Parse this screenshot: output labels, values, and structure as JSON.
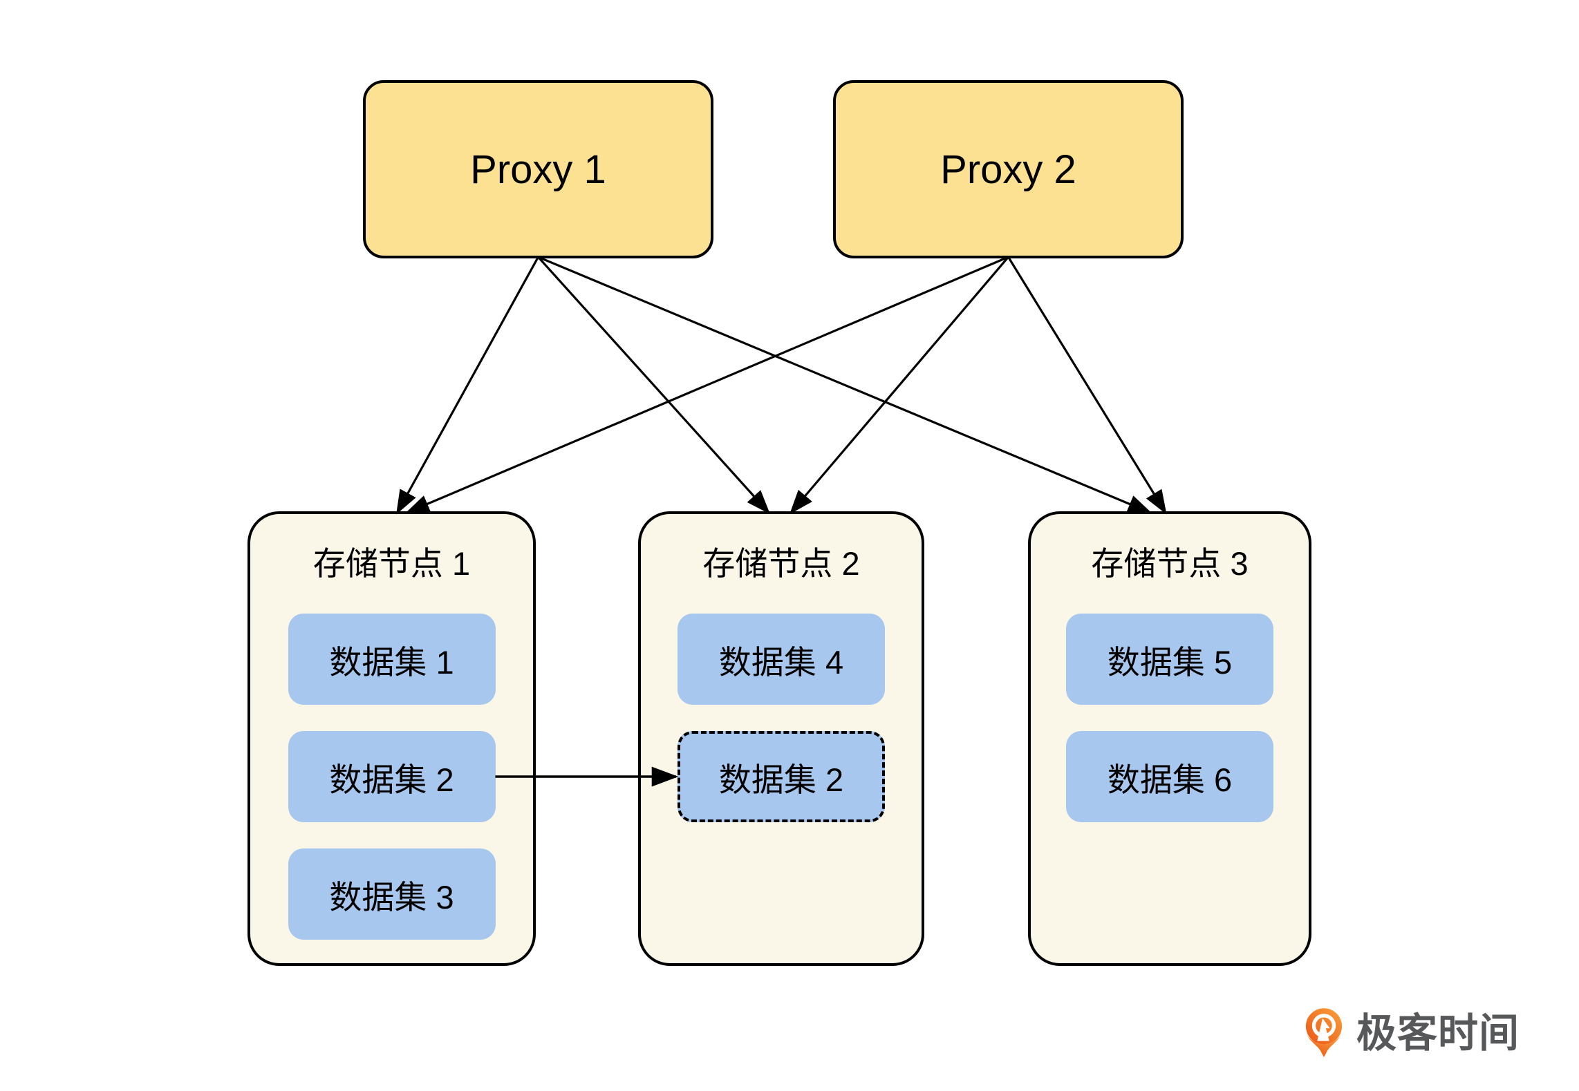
{
  "diagram": {
    "proxies": [
      {
        "id": "proxy-1",
        "label": "Proxy 1"
      },
      {
        "id": "proxy-2",
        "label": "Proxy 2"
      }
    ],
    "storage_nodes": [
      {
        "id": "node-1",
        "title": "存储节点 1",
        "datasets": [
          {
            "label": "数据集 1",
            "style": "solid"
          },
          {
            "label": "数据集 2",
            "style": "solid"
          },
          {
            "label": "数据集 3",
            "style": "solid"
          }
        ]
      },
      {
        "id": "node-2",
        "title": "存储节点 2",
        "datasets": [
          {
            "label": "数据集 4",
            "style": "solid"
          },
          {
            "label": "数据集 2",
            "style": "dashed-replica"
          }
        ]
      },
      {
        "id": "node-3",
        "title": "存储节点 3",
        "datasets": [
          {
            "label": "数据集 5",
            "style": "solid"
          },
          {
            "label": "数据集 6",
            "style": "solid"
          }
        ]
      }
    ],
    "proxy_edges": [
      {
        "from": "proxy-1",
        "to": "node-1"
      },
      {
        "from": "proxy-1",
        "to": "node-2"
      },
      {
        "from": "proxy-1",
        "to": "node-3"
      },
      {
        "from": "proxy-2",
        "to": "node-1"
      },
      {
        "from": "proxy-2",
        "to": "node-2"
      },
      {
        "from": "proxy-2",
        "to": "node-3"
      }
    ],
    "migration_edge": {
      "from": "ds-n1-2",
      "to": "ds-n2-replica",
      "meaning": "数据集 2 从 存储节点 1 迁移/复制到 存储节点 2"
    }
  },
  "colors": {
    "proxy_fill": "#FBE191",
    "node_fill": "#FAF7E9",
    "dataset_fill": "#A7C7EE",
    "border": "#000000",
    "background": "#FFFFFF",
    "logo_text_color": "#57585A",
    "logo_orange_dark": "#EA5514",
    "logo_orange_light": "#F9A13B"
  },
  "branding": {
    "logo_text": "极客时间",
    "logo_icon": "geektime-q-pin-icon"
  }
}
